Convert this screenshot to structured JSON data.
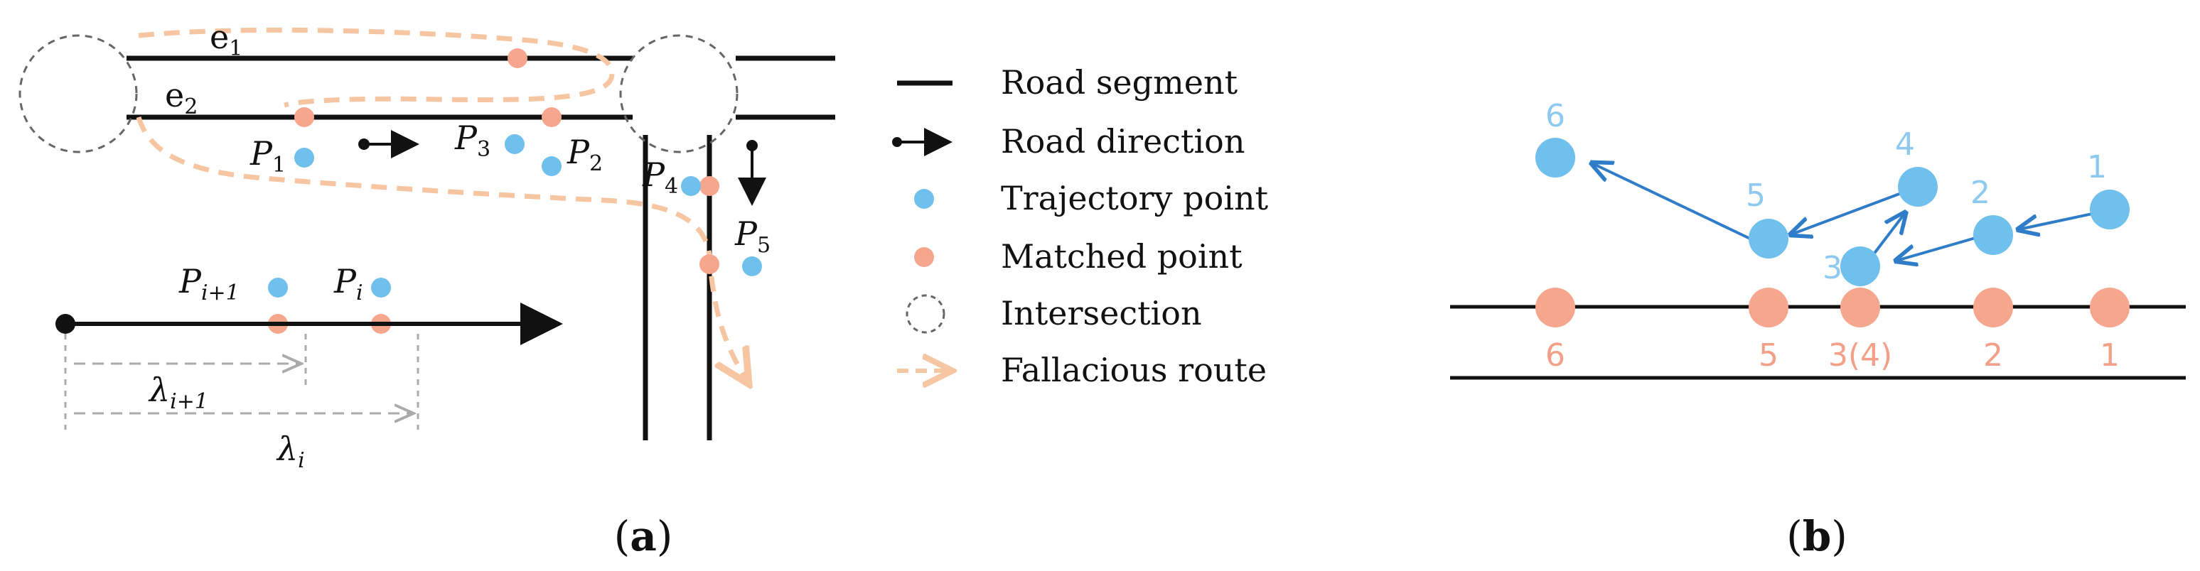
{
  "colors": {
    "road": "#111111",
    "trajectory": "#6fc0ec",
    "matched": "#f5a68d",
    "route": "#f6c6a3",
    "intersection": "#666666",
    "arrow_b": "#2f7cc8",
    "distance": "#aaaaaa"
  },
  "panel_a": {
    "edge_labels": {
      "e1": "e",
      "e1_sub": "1",
      "e2": "e",
      "e2_sub": "2"
    },
    "points": {
      "p1": "P",
      "p1_sub": "1",
      "p2": "P",
      "p2_sub": "2",
      "p3": "P",
      "p3_sub": "3",
      "p4": "P",
      "p4_sub": "4",
      "p5": "P",
      "p5_sub": "5",
      "pi1": "P",
      "pi1_sub": "i+1",
      "pi": "P",
      "pi_sub": "i"
    },
    "lambdas": {
      "l1": "λ",
      "l1_sub": "i+1",
      "l2": "λ",
      "l2_sub": "i"
    },
    "caption_open": "(",
    "caption_letter": "a",
    "caption_close": ")"
  },
  "legend": {
    "items": [
      {
        "icon": "road-segment-icon",
        "label": "Road segment"
      },
      {
        "icon": "road-direction-icon",
        "label": "Road direction"
      },
      {
        "icon": "trajectory-point-icon",
        "label": "Trajectory point"
      },
      {
        "icon": "matched-point-icon",
        "label": "Matched point"
      },
      {
        "icon": "intersection-icon",
        "label": "Intersection"
      },
      {
        "icon": "fallacious-route-icon",
        "label": "Fallacious route"
      }
    ]
  },
  "panel_b": {
    "trajectory_labels": [
      "6",
      "5",
      "4",
      "3",
      "2",
      "1"
    ],
    "matched_labels": [
      "6",
      "5",
      "3(4)",
      "2",
      "1"
    ],
    "caption_open": "(",
    "caption_letter": "b",
    "caption_close": ")"
  }
}
